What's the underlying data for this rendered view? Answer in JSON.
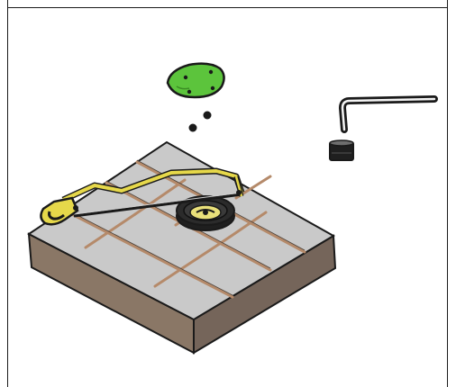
{
  "illustration": {
    "subject": "paving-slab-installation-with-hacksaw-and-allen-key",
    "colors": {
      "slab_top": "#c9c9c9",
      "slab_side_front": "#8a7766",
      "slab_side_right": "#75655a",
      "joint_lines": "#b58a6a",
      "outline": "#1a1a1a",
      "saw_frame": "#e6d84a",
      "plug_green": "#5cc43c",
      "fitting_dark": "#2b2b2b",
      "fitting_yellow": "#e9e07a"
    },
    "parts": [
      "green-cap",
      "ball-bearings",
      "allen-key",
      "rubber-grommet",
      "hacksaw",
      "drain-fitting",
      "paving-slab"
    ]
  }
}
